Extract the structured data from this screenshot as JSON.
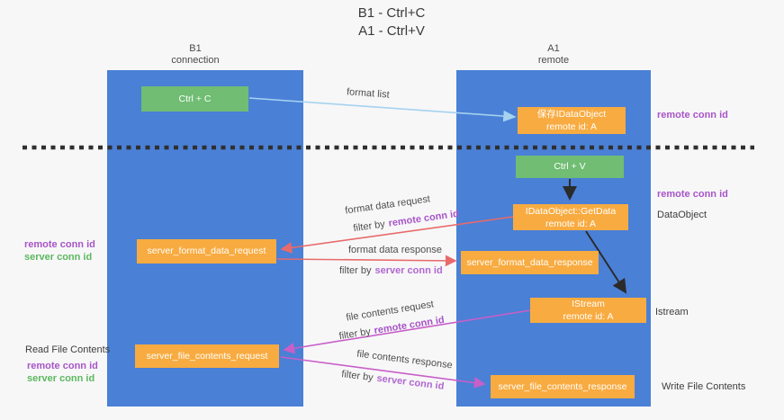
{
  "title": {
    "line1": "B1 - Ctrl+C",
    "line2": "A1 - Ctrl+V"
  },
  "columns": {
    "left": {
      "name": "B1",
      "subtitle": "connection"
    },
    "right": {
      "name": "A1",
      "subtitle": "remote"
    }
  },
  "boxes": {
    "ctrl_c": "Ctrl + C",
    "ctrl_v": "Ctrl + V",
    "save_dataobject_line1": "保存IDataObject",
    "save_dataobject_line2": "remote id: A",
    "getdata_line1": "IDataObject::GetData",
    "getdata_line2": "remote id: A",
    "istream_line1": "IStream",
    "istream_line2": "remote id: A",
    "format_request": "server_format_data_request",
    "format_response": "server_format_data_response",
    "file_request": "server_file_contents_request",
    "file_response": "server_file_contents_response"
  },
  "arrow_labels": {
    "format_list": "format list",
    "format_data_request": "format data request",
    "format_data_response": "format data response",
    "file_contents_request": "file contents request",
    "file_contents_response": "file contents response",
    "filter_by": "filter by",
    "remote_conn_id": "remote conn id",
    "server_conn_id": "server conn id"
  },
  "side_labels": {
    "remote_conn_id": "remote conn id",
    "server_conn_id": "server conn id",
    "dataobject": "DataObject",
    "istream": "Istream",
    "read_file_contents": "Read File Contents",
    "write_file_contents": "Write File Contents"
  },
  "colors": {
    "column_blue": "#4a80d6",
    "box_green": "#70bd73",
    "box_orange": "#f8ab40",
    "arrow_blue": "#a5d2ef",
    "arrow_red": "#e96a6a",
    "arrow_magenta": "#c85fc8",
    "arrow_black": "#2b2b2b",
    "label_remote_purple": "#a855c8",
    "label_server_violet": "#b168d0",
    "label_server_green": "#5cb85f"
  }
}
